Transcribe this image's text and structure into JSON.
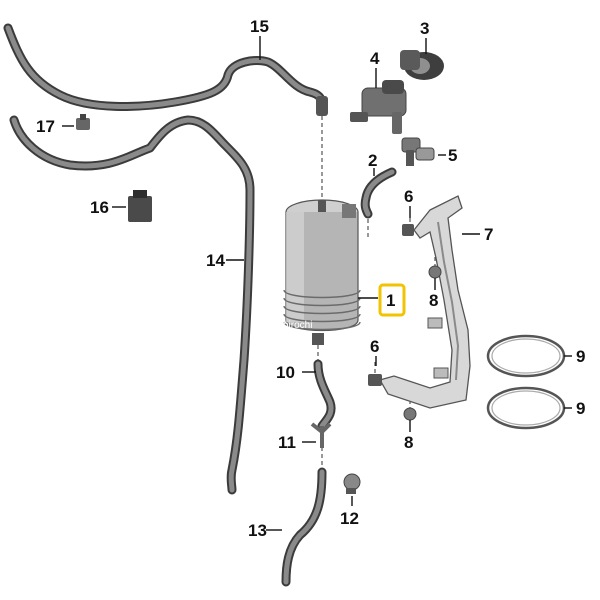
{
  "callouts": {
    "c1": "1",
    "c2": "2",
    "c3": "3",
    "c4": "4",
    "c5": "5",
    "c6a": "6",
    "c6b": "6",
    "c7": "7",
    "c8a": "8",
    "c8b": "8",
    "c9a": "9",
    "c9b": "9",
    "c10": "10",
    "c11": "11",
    "c12": "12",
    "c13": "13",
    "c14": "14",
    "c15": "15",
    "c16": "16",
    "c17": "17"
  },
  "watermark": "hirochi",
  "colors": {
    "highlight": "#f2c300",
    "part_dark": "#3b3b3b",
    "part_light": "#b8b8b8"
  }
}
